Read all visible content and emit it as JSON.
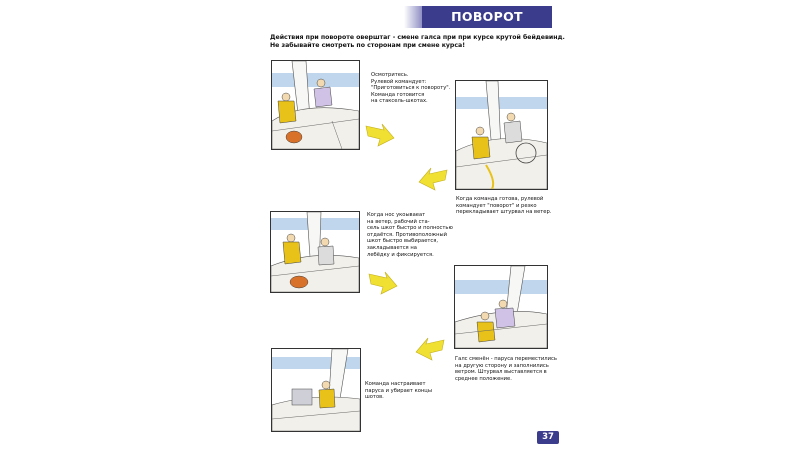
{
  "header": {
    "title": "ПОВОРОТ ОВЕРШТАГ",
    "title_color": "#3c3c8c"
  },
  "intro": {
    "line1": "Действия при повороте оверштаг - смене галса при при курсе крутой бейдевинд.",
    "line2": "Не забывайте смотреть по сторонам при смене курса!"
  },
  "steps": [
    {
      "lines": [
        "Осмотритесь.",
        "Рулевой командует:",
        "\"Приготовиться к повороту\".",
        "Команда готовится",
        "на стаксель-шкотах."
      ]
    },
    {
      "lines": [
        "Когда команда готова, рулевой",
        "командует \"поворот\" и резко",
        "перекладывает штурвал на ветер."
      ]
    },
    {
      "lines": [
        "Когда нос укоываеат",
        "на ветер, рабочий ста-",
        "сель шкот быстро и полностью",
        "отдаётся. Противоположный",
        "шкот быстро выбирается,",
        "закладывается на",
        "лебёдку и фиксируется."
      ]
    },
    {
      "lines": [
        "Галс сменён - паруса переместились",
        "на другую сторону и заполнились",
        "ветром. Штурвал выставляется в",
        "среднее положение."
      ]
    },
    {
      "lines": [
        "Команда настраивает",
        "паруса и убирает концы",
        "шотов."
      ]
    }
  ],
  "icons": [
    "turn-arrow-icon"
  ],
  "colors": {
    "arrow": "#f0e032",
    "crew_jacket": "#e8c218",
    "sea": "#bfd6ec",
    "deck": "#f2f0ea",
    "accent_orange": "#d8722a"
  },
  "footer": {
    "page_number": "37"
  }
}
